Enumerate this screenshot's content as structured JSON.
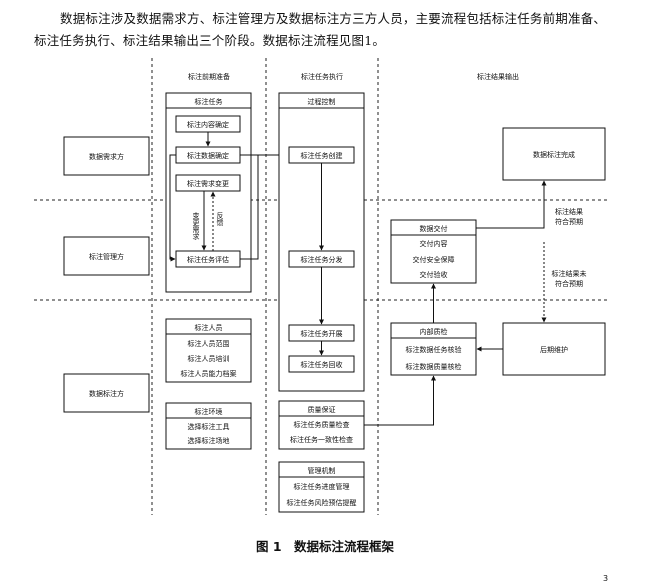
{
  "intro_text": "数据标注涉及数据需求方、标注管理方及数据标注方三方人员，主要流程包括标注任务前期准备、标注任务执行、标注结果输出三个阶段。数据标注流程见图1。",
  "caption": "图 1　数据标注流程框架",
  "page_number": "3",
  "phases": {
    "prep": "标注前期准备",
    "exec": "标注任务执行",
    "output": "标注结果输出"
  },
  "roles": {
    "demand": "数据需求方",
    "manager": "标注管理方",
    "annotator": "数据标注方"
  },
  "prep": {
    "task_title": "标注任务",
    "content_confirm": "标注内容确定",
    "data_confirm": "标注数据确定",
    "req_change": "标注需求变更",
    "change_req_label": "变更需求",
    "feedback_label": "反馈",
    "task_eval": "标注任务评估",
    "personnel": {
      "title": "标注人员",
      "items": [
        "标注人员范围",
        "标注人员培训",
        "标注人员能力档案"
      ]
    },
    "environment": {
      "title": "标注环境",
      "items": [
        "选择标注工具",
        "选择标注场地"
      ]
    }
  },
  "exec": {
    "process_control": "过程控制",
    "task_create": "标注任务创建",
    "task_assign": "标注任务分发",
    "task_start": "标注任务开展",
    "task_collect": "标注任务回收",
    "quality": {
      "title": "质量保证",
      "items": [
        "标注任务质量检查",
        "标注任务一致性检查"
      ]
    },
    "mechanism": {
      "title": "管理机制",
      "items": [
        "标注任务进度管理",
        "标注任务风险预估提醒"
      ]
    }
  },
  "output": {
    "done": "数据标注完成",
    "delivery": {
      "title": "数据交付",
      "items": [
        "交付内容",
        "交付安全保障",
        "交付验收"
      ]
    },
    "internal_qc": {
      "title": "内部质检",
      "items": [
        "标注数据任务核验",
        "标注数据质量核检"
      ]
    },
    "maintenance": "后期维护",
    "meets_label": "标注结果符合预期",
    "not_meets_label": "标注结果未符合预期"
  }
}
